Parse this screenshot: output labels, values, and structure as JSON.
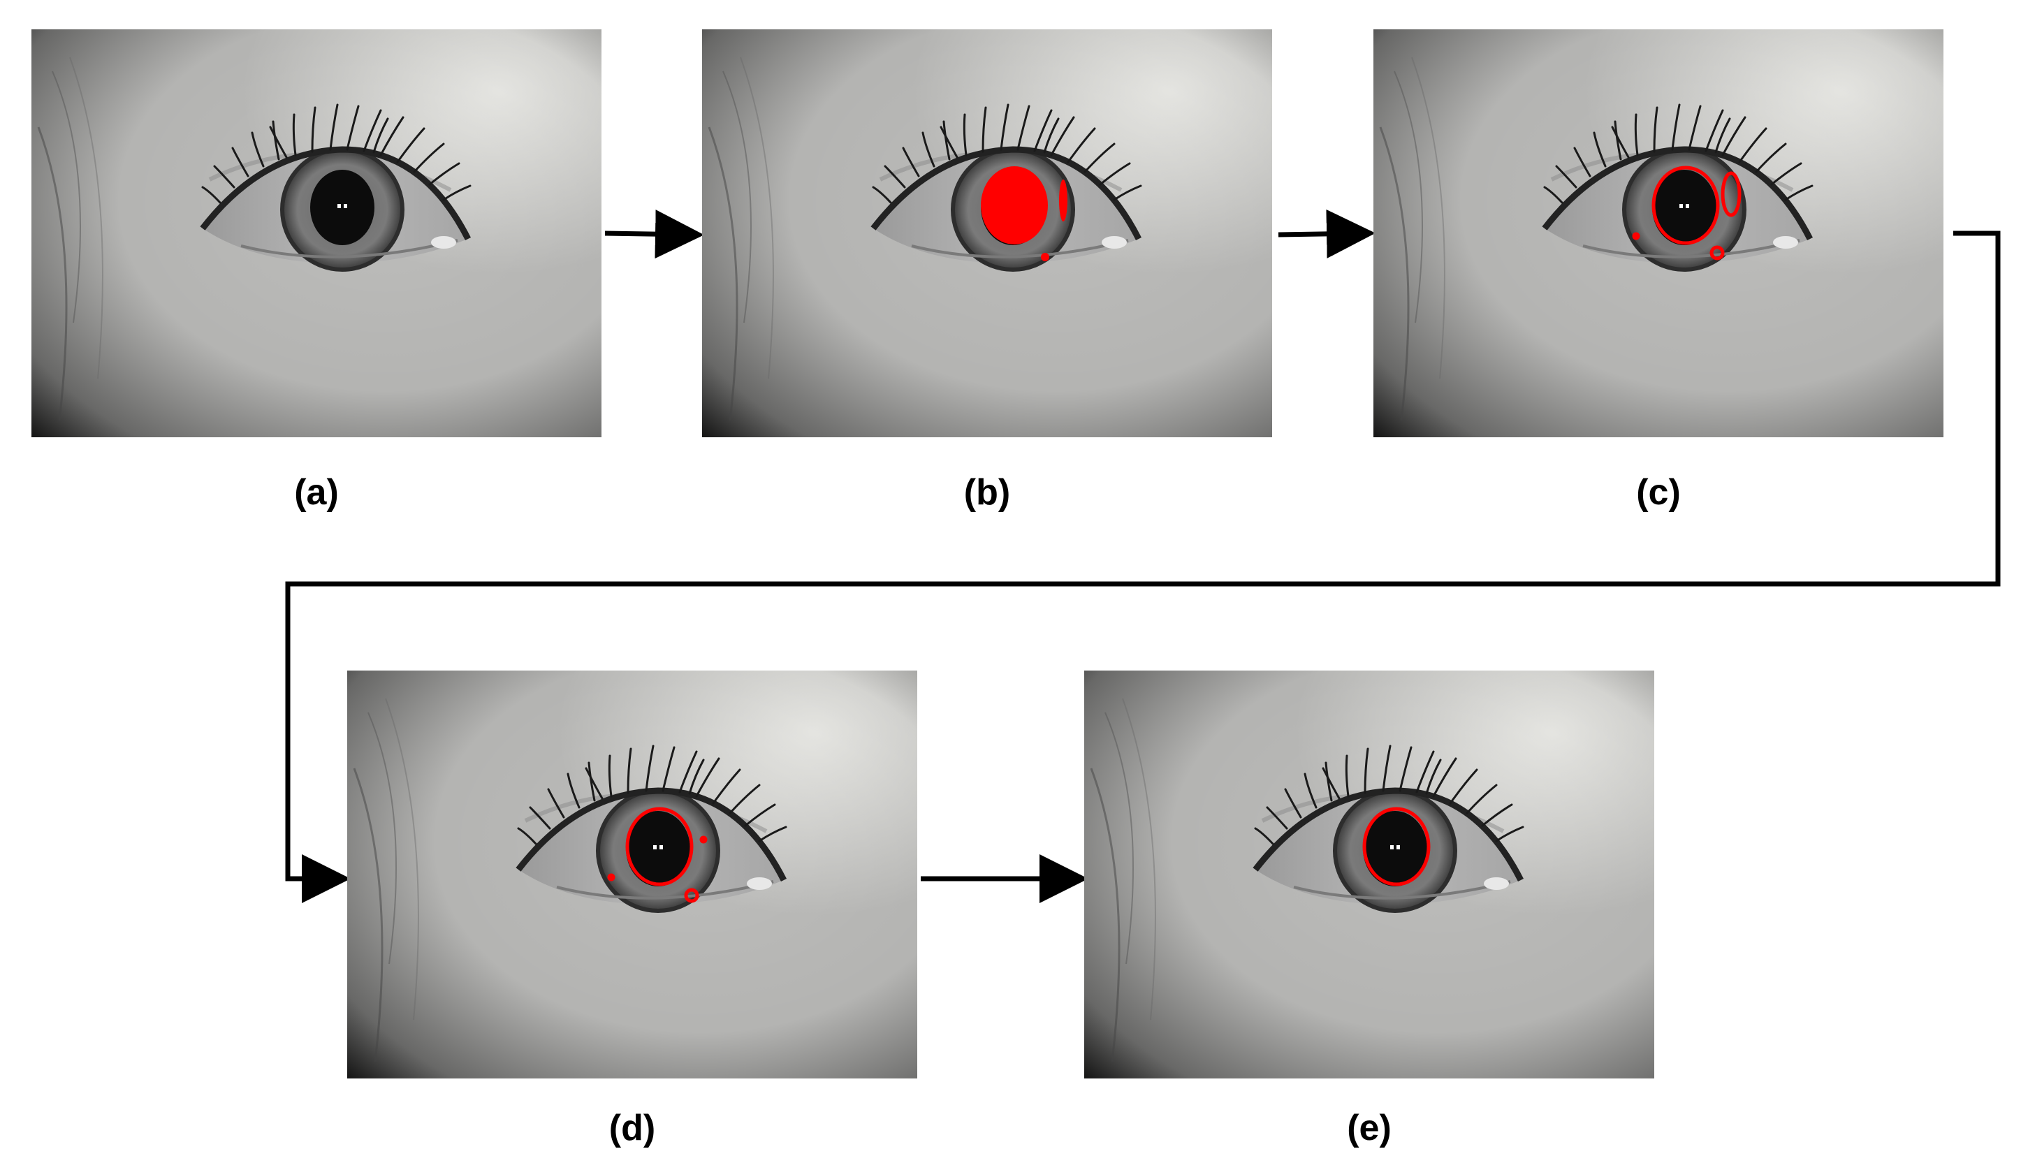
{
  "figure": {
    "panels": [
      {
        "id": "a",
        "label": "(a)",
        "overlay": "none"
      },
      {
        "id": "b",
        "label": "(b)",
        "overlay": "filled-regions"
      },
      {
        "id": "c",
        "label": "(c)",
        "overlay": "region-contours"
      },
      {
        "id": "d",
        "label": "(d)",
        "overlay": "pupil-contour-with-candidates"
      },
      {
        "id": "e",
        "label": "(e)",
        "overlay": "pupil-contour"
      }
    ],
    "colors": {
      "detection": "#ff0000",
      "arrow": "#000000",
      "background": "#ffffff"
    }
  }
}
